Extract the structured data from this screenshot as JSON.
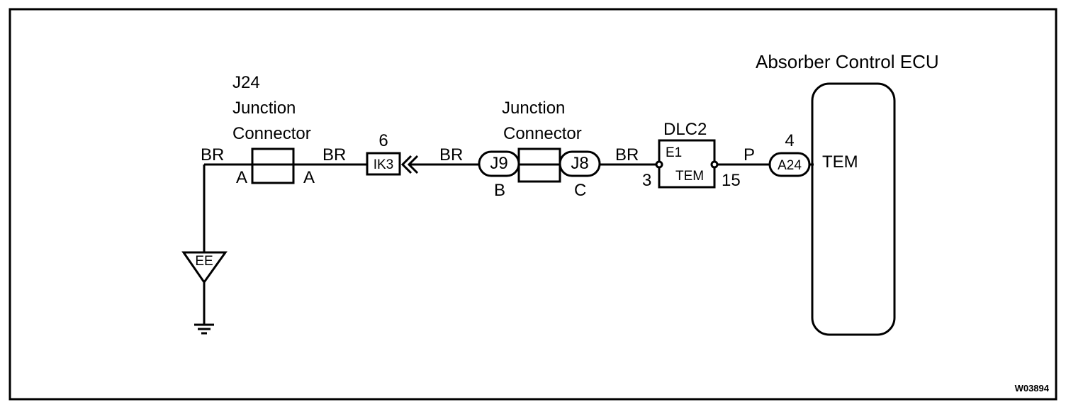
{
  "ecu": {
    "title": "Absorber Control ECU",
    "terminal": "TEM"
  },
  "j24": {
    "code": "J24",
    "name_line1": "Junction",
    "name_line2": "Connector",
    "pin_left": "A",
    "pin_right": "A"
  },
  "junction": {
    "name_line1": "Junction",
    "name_line2": "Connector",
    "left_connector": "J9",
    "right_connector": "J8",
    "pin_left": "B",
    "pin_right": "C"
  },
  "ik3": {
    "code": "IK3",
    "pin": "6"
  },
  "dlc2": {
    "title": "DLC2",
    "term_left": "E1",
    "term_right": "TEM",
    "pin_left": "3",
    "pin_right": "15"
  },
  "a24": {
    "code": "A24",
    "pin": "4"
  },
  "ground": {
    "code": "EE"
  },
  "wires": {
    "w1": "BR",
    "w2": "BR",
    "w3": "BR",
    "w4": "BR",
    "w5": "P"
  },
  "figure_id": "W03894",
  "colors": {
    "line": "#000000",
    "background": "#ffffff"
  }
}
